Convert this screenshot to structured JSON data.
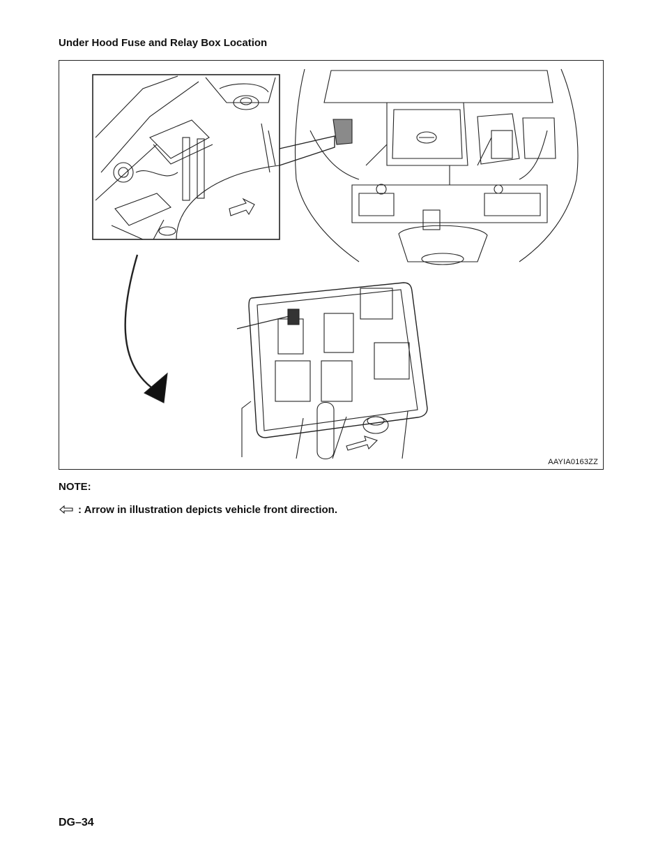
{
  "heading": "Under Hood Fuse and Relay Box Location",
  "figure": {
    "id_label": "AAYIA0163ZZ"
  },
  "note": {
    "title": "NOTE:",
    "arrow_icon": "front-direction-arrow-icon",
    "text": ": Arrow in illustration depicts vehicle front direction."
  },
  "page_number": "DG–34"
}
